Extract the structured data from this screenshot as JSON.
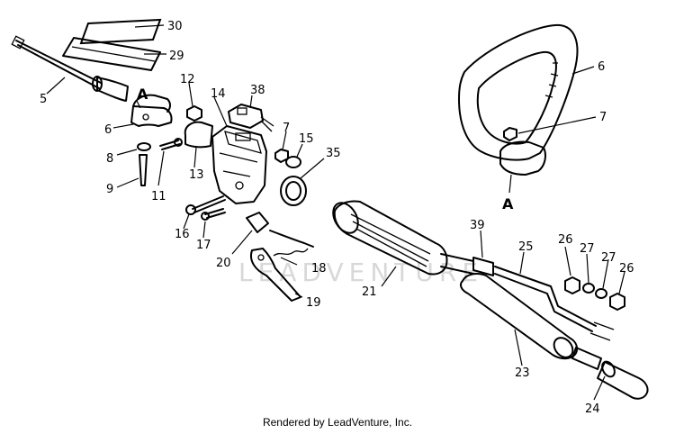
{
  "watermark": "LEADVENTURE",
  "footer": "Rendered by LeadVenture, Inc.",
  "callouts": {
    "p30": "30",
    "p29": "29",
    "p5": "5",
    "p12": "12",
    "p14": "14",
    "p38": "38",
    "p6a": "6",
    "p8": "8",
    "p9": "9",
    "p11": "11",
    "p13": "13",
    "p7a": "7",
    "p15": "15",
    "p35": "35",
    "p16": "16",
    "p17": "17",
    "p20": "20",
    "p18": "18",
    "p19": "19",
    "p21": "21",
    "p39": "39",
    "p25": "25",
    "p26a": "26",
    "p27a": "27",
    "p27b": "27",
    "p26b": "26",
    "p23": "23",
    "p24": "24",
    "p6b": "6",
    "p7b": "7",
    "refA1": "A",
    "refA2": "A"
  }
}
